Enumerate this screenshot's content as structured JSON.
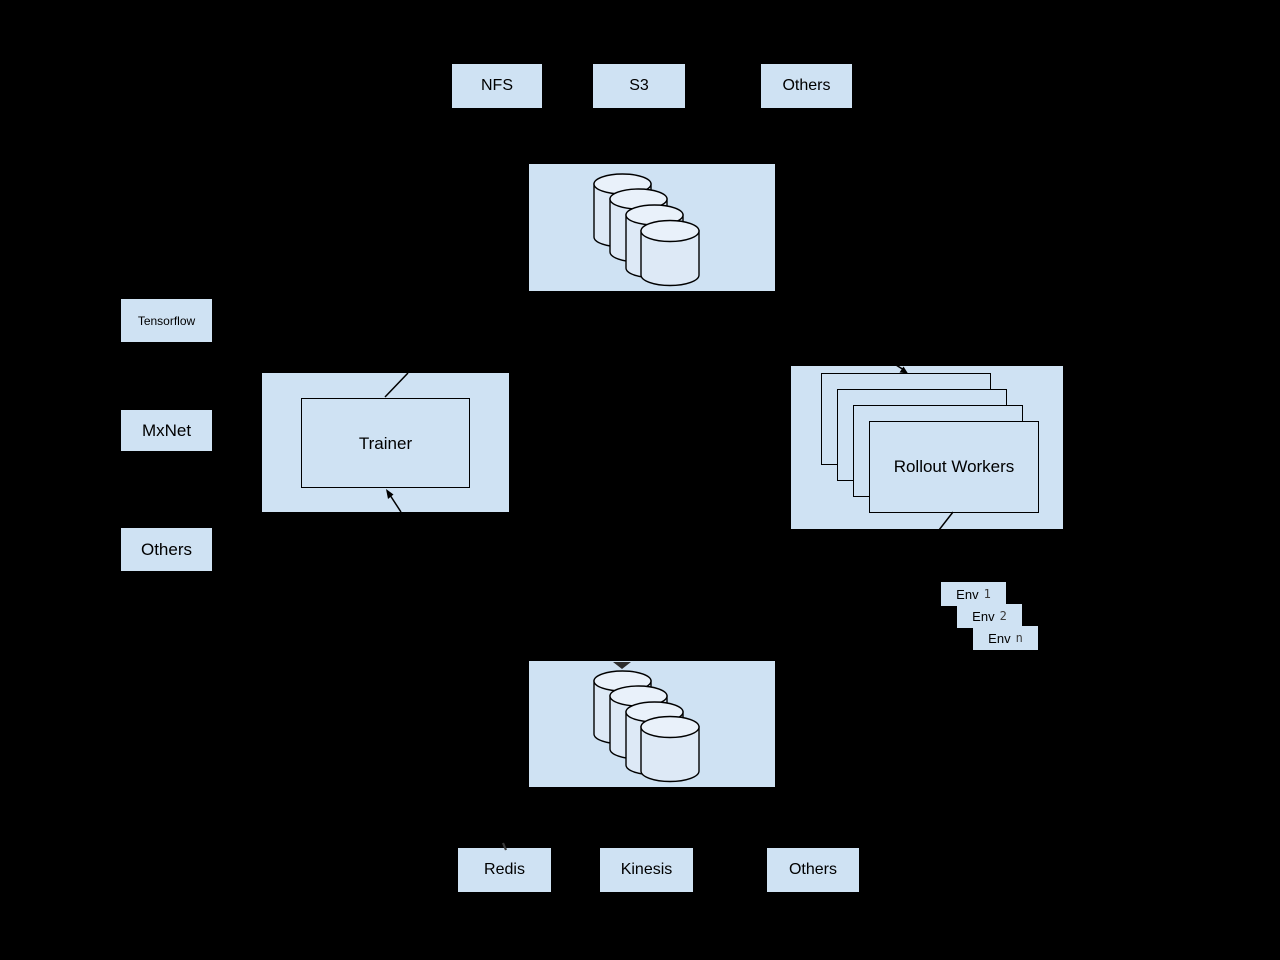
{
  "colors": {
    "background": "#000000",
    "box_fill": "#cfe2f3",
    "cylinder_body": "#dde9f6",
    "cylinder_top": "#e9f1fa",
    "border": "#000000",
    "text": "#000000",
    "muted_text": "#3d3d3d"
  },
  "storage_backends_top": [
    {
      "label": "NFS"
    },
    {
      "label": "S3"
    },
    {
      "label": "Others"
    }
  ],
  "frameworks": [
    {
      "label": "Tensorflow"
    },
    {
      "label": "MxNet"
    },
    {
      "label": "Others"
    }
  ],
  "trainer": {
    "label": "Trainer"
  },
  "rollout_workers": {
    "label": "Rollout Workers",
    "stack_count": 4
  },
  "environments": [
    {
      "prefix": "Env",
      "index": "1"
    },
    {
      "prefix": "Env",
      "index": "2"
    },
    {
      "prefix": "Env",
      "index": "n"
    }
  ],
  "datastores": {
    "top_cylinder_count": 4,
    "bottom_cylinder_count": 4
  },
  "storage_backends_bottom": [
    {
      "label": "Redis"
    },
    {
      "label": "Kinesis"
    },
    {
      "label": "Others"
    }
  ]
}
